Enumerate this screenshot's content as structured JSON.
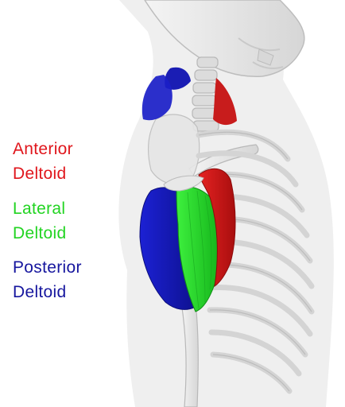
{
  "legend": {
    "anterior": {
      "label": "Anterior\nDeltoid",
      "color": "#e0161c"
    },
    "lateral": {
      "label": "Lateral\nDeltoid",
      "color": "#22d422"
    },
    "posterior": {
      "label": "Posterior\nDeltoid",
      "color": "#16169e"
    }
  },
  "colors": {
    "body_silhouette": "#efefef",
    "bone": "#e2e2e2",
    "bone_shadow": "#c4c4c4",
    "muscle_anterior": "#d81b1b",
    "muscle_lateral": "#1fcf2a",
    "muscle_posterior": "#1518b8"
  }
}
